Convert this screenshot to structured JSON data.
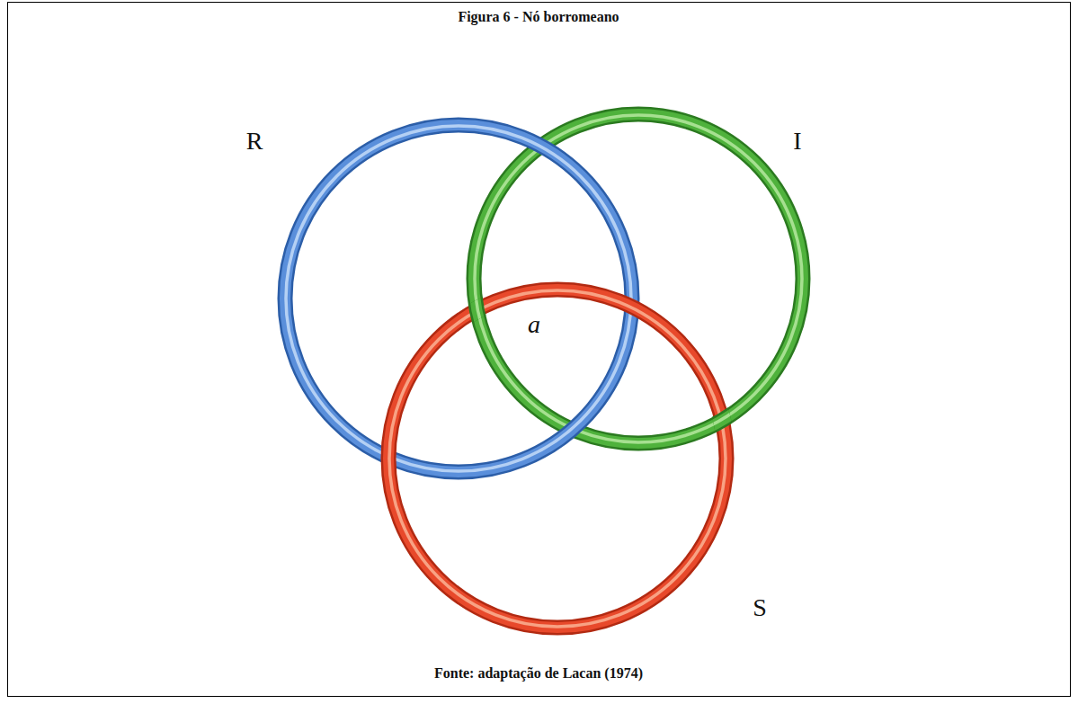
{
  "diagram": {
    "title": "Figura 6 - Nó borromeano",
    "caption": "Fonte: adaptação de Lacan (1974)",
    "labels": [
      "R",
      "I",
      "a",
      "S"
    ]
  }
}
